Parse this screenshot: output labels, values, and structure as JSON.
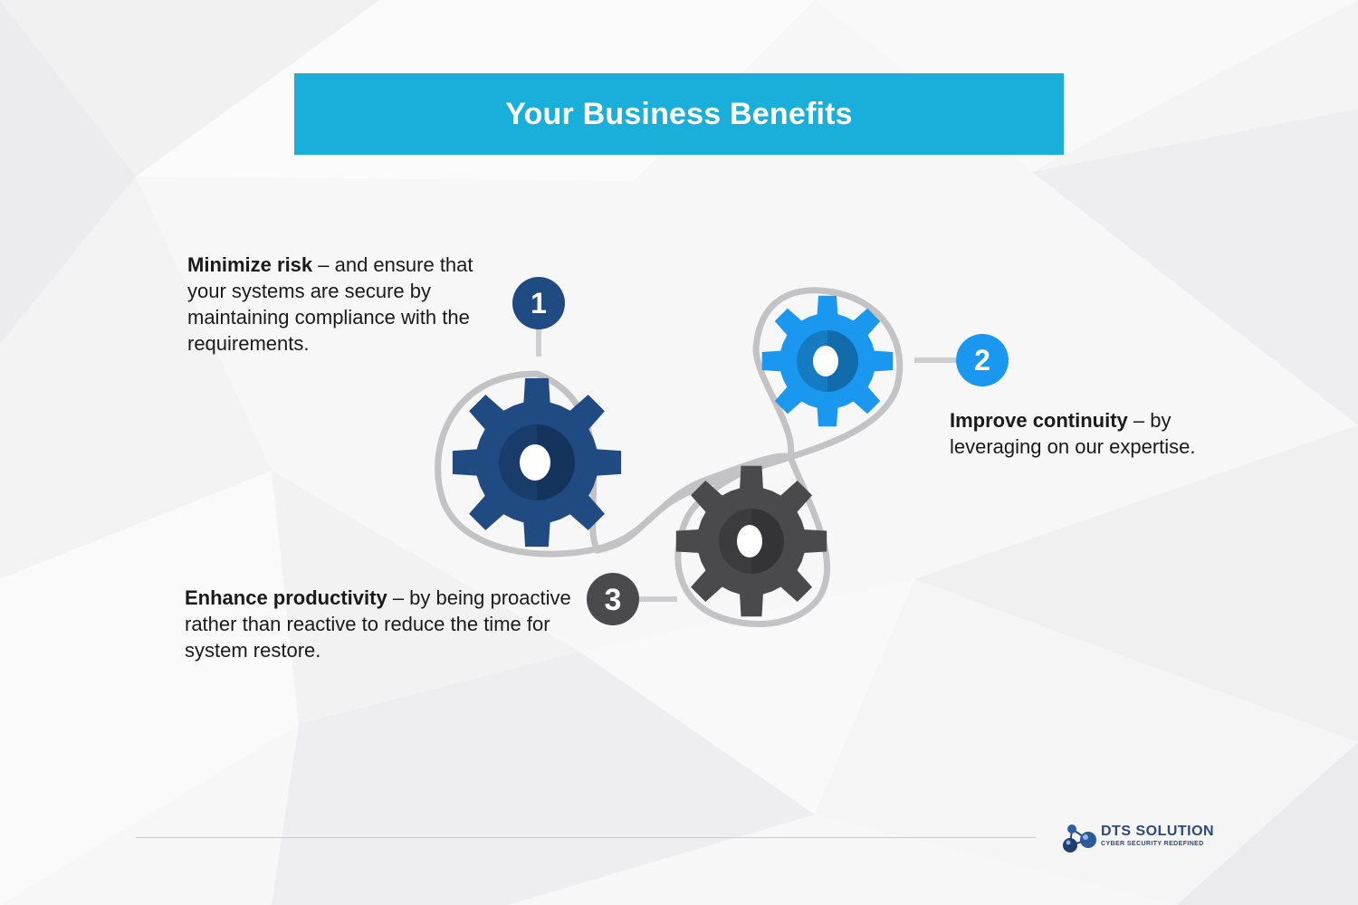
{
  "title": "Your Business Benefits",
  "colors": {
    "title_bar": "#1aafdb",
    "gear_1": "#1f4a82",
    "gear_2": "#1a98f0",
    "gear_3": "#4a4a4c",
    "belt": "#c3c3c5",
    "connector": "#cfcfd1"
  },
  "steps": [
    {
      "number": "1",
      "heading": "Minimize risk",
      "text": " – and ensure that your systems are secure by maintaining compliance with the requirements."
    },
    {
      "number": "2",
      "heading": "Improve continuity",
      "text": " – by leveraging on our expertise."
    },
    {
      "number": "3",
      "heading": "Enhance productivity",
      "text": " – by being proactive rather than reactive to reduce the time for system restore."
    }
  ],
  "logo": {
    "name": "DTS SOLUTION",
    "tagline": "CYBER SECURITY REDEFINED"
  }
}
